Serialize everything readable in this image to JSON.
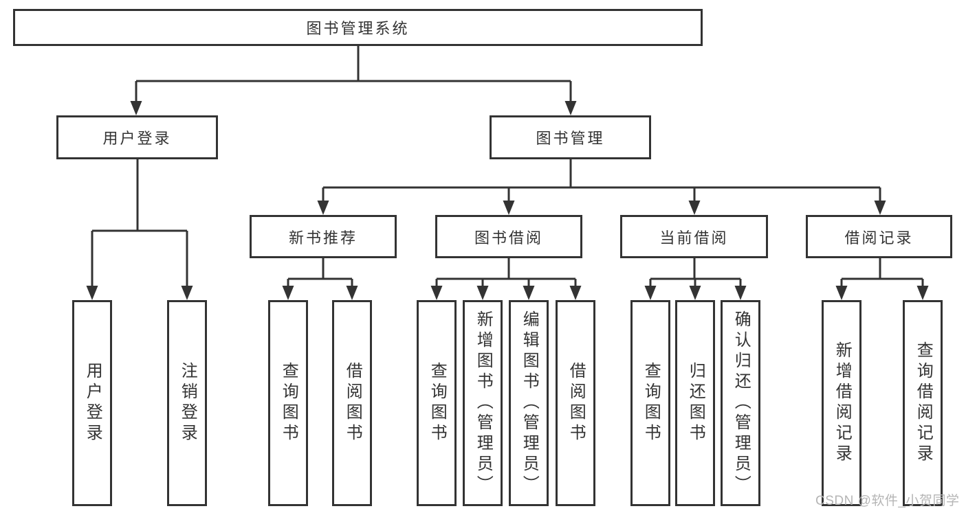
{
  "page": {
    "background": "#ffffff"
  },
  "colors": {
    "line": "#333333",
    "box_border": "#333333",
    "text": "#333333",
    "watermark": "#b5b5b5"
  },
  "tree": {
    "root": {
      "label": "图书管理系统"
    },
    "branches": [
      {
        "label": "用户登录",
        "children": [
          {
            "label": "用户登录"
          },
          {
            "label": "注销登录"
          }
        ]
      },
      {
        "label": "图书管理",
        "children": [
          {
            "label": "新书推荐",
            "children": [
              {
                "label": "查询图书"
              },
              {
                "label": "借阅图书"
              }
            ]
          },
          {
            "label": "图书借阅",
            "children": [
              {
                "label": "查询图书"
              },
              {
                "label": "新增图书（管理员）"
              },
              {
                "label": "编辑图书（管理员）"
              },
              {
                "label": "借阅图书"
              }
            ]
          },
          {
            "label": "当前借阅",
            "children": [
              {
                "label": "查询图书"
              },
              {
                "label": "归还图书"
              },
              {
                "label": "确认归还（管理员）"
              }
            ]
          },
          {
            "label": "借阅记录",
            "children": [
              {
                "label": "新增借阅记录"
              },
              {
                "label": "查询借阅记录"
              }
            ]
          }
        ]
      }
    ]
  },
  "watermark": {
    "text": "CSDN @软件_小贺同学"
  }
}
